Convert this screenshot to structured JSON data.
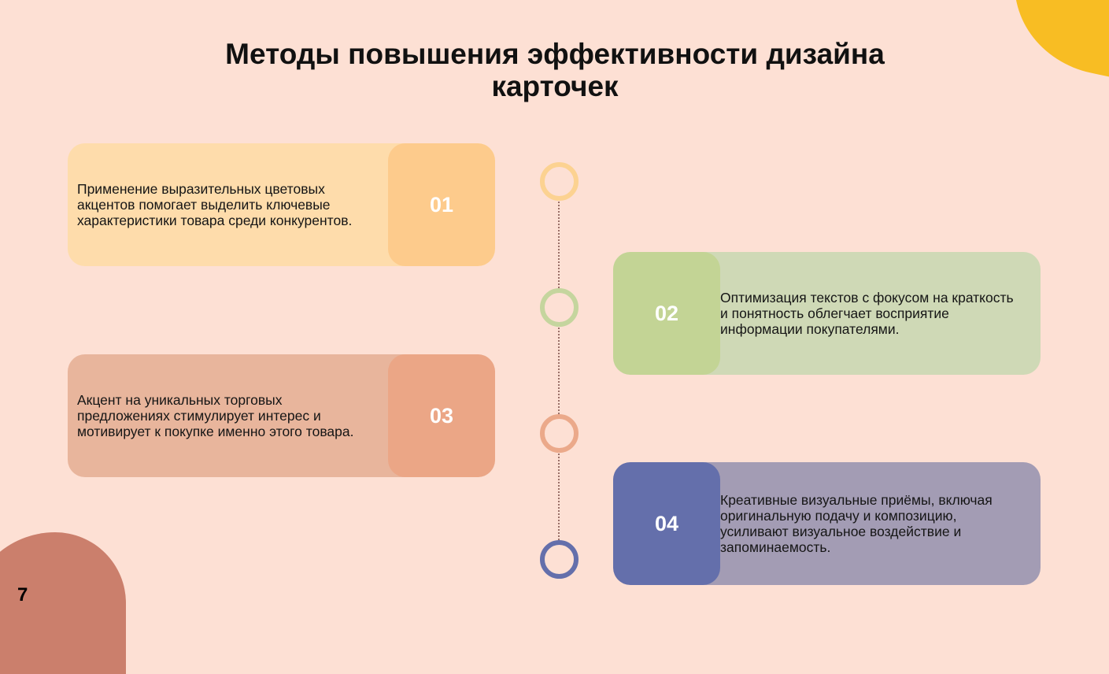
{
  "title": "Методы повышения эффективности дизайна карточек",
  "page_number": "7",
  "colors": {
    "background": "#fde0d4",
    "accent_yellow": "#f8bd23",
    "accent_terracotta": "#cb7f6c"
  },
  "steps": [
    {
      "number": "01",
      "text": "Применение выразительных цветовых акцентов помогает выделить ключевые характеристики товара среди конкурентов.",
      "card_color": "#fedcab",
      "number_color": "#fdcb8c",
      "ring_color": "#fcd291"
    },
    {
      "number": "02",
      "text": "Оптимизация текстов с фокусом на краткость и понятность облегчает восприятие информации покупателями.",
      "card_color": "#cfd9b6",
      "number_color": "#c3d495",
      "ring_color": "#c5d59e"
    },
    {
      "number": "03",
      "text": "Акцент на уникальных торговых предложениях стимулирует интерес и мотивирует к покупке именно этого товара.",
      "card_color": "#e8b59c",
      "number_color": "#eba686",
      "ring_color": "#eba98a"
    },
    {
      "number": "04",
      "text": "Креативные визуальные приёмы, включая оригинальную подачу и композицию, усиливают визуальное воздействие и запоминаемость.",
      "card_color": "#a39cb4",
      "number_color": "#646fab",
      "ring_color": "#646fab"
    }
  ]
}
